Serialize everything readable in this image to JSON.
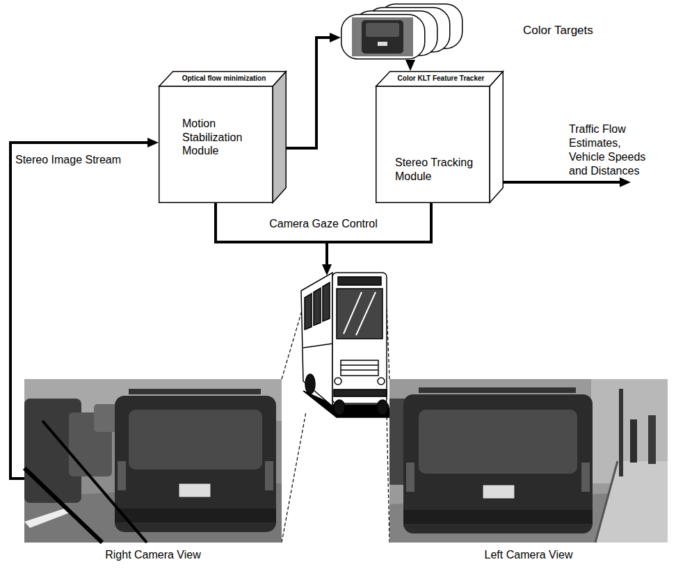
{
  "diagram": {
    "nodes": [
      {
        "text": [
          "Color Targets"
        ]
      },
      {
        "text": [
          "Optical flow minimization",
          "Motion Stabilization Module"
        ]
      },
      {
        "text": [
          "Color KLT Feature Tracker",
          "Stereo Tracking Module"
        ]
      },
      {
        "text": [
          "Right Camera View"
        ]
      },
      {
        "text": [
          "Left Camera View"
        ]
      }
    ],
    "edges": [
      {
        "from": 3,
        "to": 1,
        "label": "Stereo Image Stream",
        "arrow": "to"
      },
      {
        "from": 1,
        "to": 0,
        "arrow": "to"
      },
      {
        "from": 0,
        "to": 2,
        "arrow": "to"
      }
    ],
    "labels": [
      "Traffic Flow Estimates, Vehicle Speeds and Distances",
      "Camera Gaze Control"
    ]
  }
}
